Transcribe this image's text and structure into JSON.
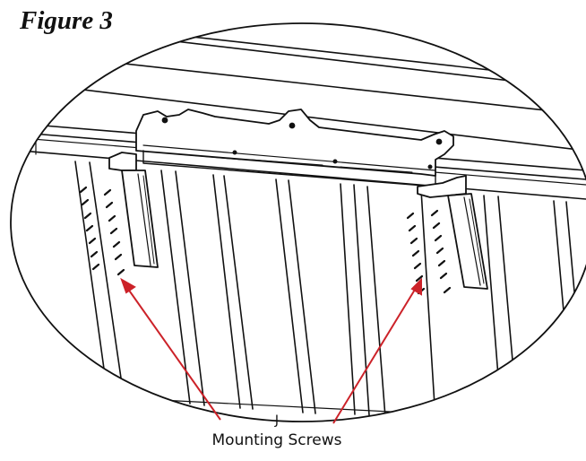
{
  "figure": {
    "title": "Figure 3"
  },
  "callout": {
    "letter": "J",
    "label": "Mounting Screws",
    "arrow_color": "#cc2229"
  }
}
